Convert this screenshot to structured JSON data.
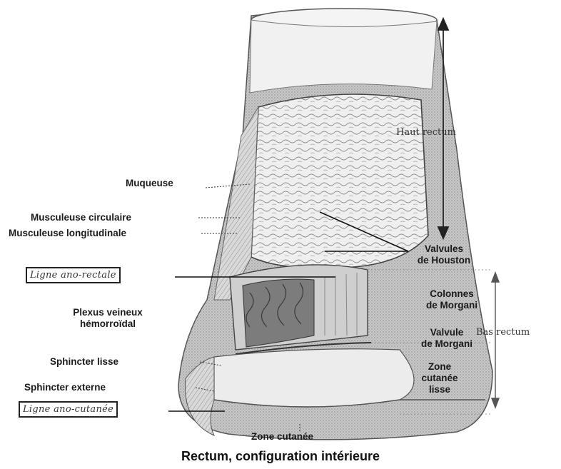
{
  "labels": {
    "haut_rectum": "Haut rectum",
    "muqueuse": "Muqueuse",
    "musculeuse_circulaire": "Musculeuse circulaire",
    "musculeuse_longitudinale": "Musculeuse longitudinale",
    "valvules_houston": [
      "Valvules",
      "de Houston"
    ],
    "ligne_ano_rectale": "Ligne ano-rectale",
    "colonnes_morgani": [
      "Colonnes",
      "de Morgani"
    ],
    "plexus": [
      "Plexus veineux",
      "hémorroïdal"
    ],
    "valvule_morgani": [
      "Valvule",
      "de Morgani"
    ],
    "bas_rectum": "Bas rectum",
    "sphincter_lisse": "Sphincter lisse",
    "zone_cutanee_lisse": [
      "Zone",
      "cutanée",
      "lisse"
    ],
    "sphincter_externe": "Sphincter externe",
    "ligne_ano_cutanee": "Ligne ano-cutanée",
    "zone_cutanee": "Zone cutanée"
  },
  "caption": "Rectum, configuration intérieure"
}
